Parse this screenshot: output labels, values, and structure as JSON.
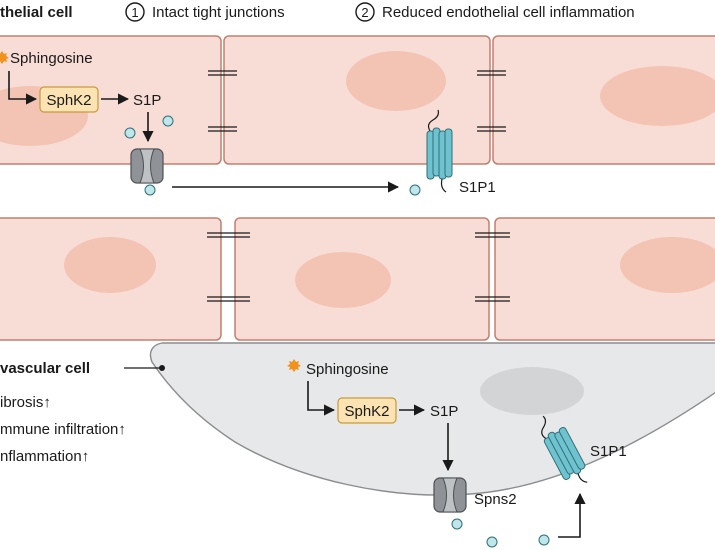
{
  "header": {
    "cell_label": "thelial cell",
    "mark_1": "1",
    "item_1": "Intact tight junctions",
    "mark_2": "2",
    "item_2": "Reduced endothelial cell inflammation"
  },
  "endothelial": {
    "sphingosine": "Sphingosine",
    "enzyme": "SphK2",
    "product": "S1P",
    "receptor": "S1P1"
  },
  "perivascular": {
    "cell_label": "vascular cell",
    "effects": [
      "ibrosis↑",
      "mmune infiltration↑",
      "nflammation↑"
    ],
    "sphingosine": "Sphingosine",
    "enzyme": "SphK2",
    "product": "S1P",
    "transporter": "Spns2",
    "receptor": "S1P1"
  },
  "colors": {
    "cell_fill": "#f8ddd6",
    "cell_stroke": "#c08070",
    "nucleus": "#f3c4b4",
    "enzyme_fill": "#fbe3b3",
    "enzyme_stroke": "#c89a3c",
    "receptor": "#6fc3cf",
    "s1p_dot": "#bfe6ea",
    "perivascular_fill": "#e7e8e9",
    "perivascular_nucleus": "#d3d4d6",
    "transporter": "#8f9296",
    "star": "#f2911c"
  }
}
